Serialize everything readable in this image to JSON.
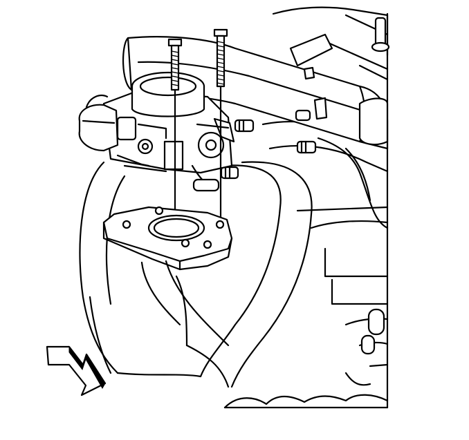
{
  "figure": {
    "components": [
      {
        "name": "engine-block"
      },
      {
        "name": "intake-manifold-runners"
      },
      {
        "name": "fuel-rail"
      },
      {
        "name": "throttle-body"
      },
      {
        "name": "throttle-body-gasket"
      },
      {
        "name": "throttle-body-mounting-studs",
        "count": 2
      },
      {
        "name": "vacuum-hose-fittings",
        "count": 4
      }
    ],
    "view_arrow": {
      "name": "front-of-vehicle-arrow",
      "direction": "down-right"
    },
    "colors": {
      "line": "#000000",
      "background": "#ffffff"
    }
  }
}
